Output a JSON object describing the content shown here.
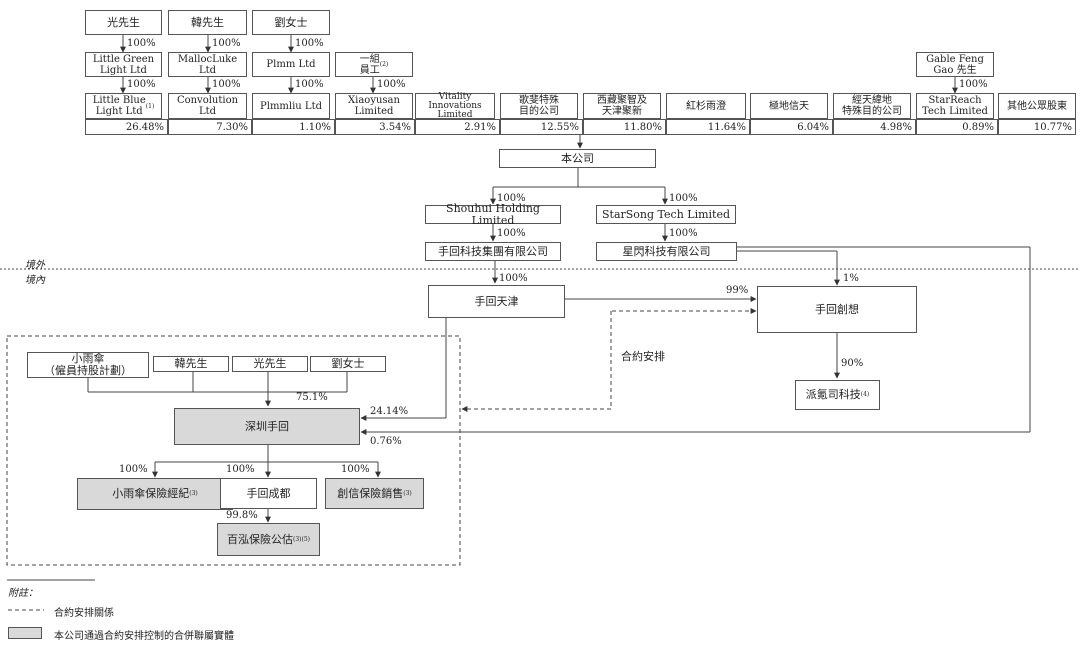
{
  "zones": {
    "offshore": "境外",
    "onshore": "境內"
  },
  "top_boxes": {
    "guang": "光先生",
    "han": "韓先生",
    "liu": "劉女士",
    "little_green": "Little Green\nLight Ltd",
    "malloc": "MallocLuke Ltd",
    "plmm": "Plmm Ltd",
    "employees": "一組\n員工",
    "employees_note": "(2)",
    "gable": "Gable Feng\nGao 先生"
  },
  "shareholders": [
    {
      "name": "Little Blue\nLight Ltd",
      "note": "(1)",
      "pct": "26.48%"
    },
    {
      "name": "Convolution Ltd",
      "note": "",
      "pct": "7.30%"
    },
    {
      "name": "Plmmliu Ltd",
      "note": "",
      "pct": "1.10%"
    },
    {
      "name": "Xiaoyusan\nLimited",
      "note": "",
      "pct": "3.54%"
    },
    {
      "name": "Vitality\nInnovations\nLimited",
      "note": "",
      "pct": "2.91%"
    },
    {
      "name": "歌斐特殊\n目的公司",
      "note": "",
      "pct": "12.55%"
    },
    {
      "name": "西藏聚智及\n天津聚新",
      "note": "",
      "pct": "11.80%"
    },
    {
      "name": "紅杉雨澄",
      "note": "",
      "pct": "11.64%"
    },
    {
      "name": "極地信天",
      "note": "",
      "pct": "6.04%"
    },
    {
      "name": "經天緯地\n特殊目的公司",
      "note": "",
      "pct": "4.98%"
    },
    {
      "name": "StarReach\nTech Limited",
      "note": "",
      "pct": "0.89%"
    },
    {
      "name": "其他公眾股東",
      "note": "",
      "pct": "10.77%"
    }
  ],
  "chain_pct": "100%",
  "company": "本公司",
  "shouhui_holding": "Shouhui Holding Limited",
  "starsong": "StarSong Tech Limited",
  "shouhui_group": "手回科技集團有限公司",
  "xingshan": "星閃科技有限公司",
  "shouhui_tianjin": "手回天津",
  "shouhui_chuangxiang": "手回創想",
  "paishi": "派氪司科技",
  "paishi_note": "(4)",
  "pct_99": "99%",
  "pct_1": "1%",
  "pct_90": "90%",
  "contract_label": "合約安排",
  "vie_holders": {
    "xiaoyusan": "小雨傘\n（僱員持股計劃）",
    "han": "韓先生",
    "guang": "光先生",
    "liu": "劉女士"
  },
  "pct_751": "75.1%",
  "pct_2414": "24.14%",
  "pct_076": "0.76%",
  "shenzhen": "深圳手回",
  "subs": {
    "xiaoyusan_broker": "小雨傘保險經紀",
    "xiaoyusan_note": "(3)",
    "chengdu": "手回成都",
    "chuangxin": "創信保險銷售",
    "chuangxin_note": "(3)",
    "baihong": "百泓保險公估",
    "baihong_note": "(3)(5)"
  },
  "pct_998": "99.8%",
  "legend": {
    "title": "附註：",
    "dashed": "合約安排關係",
    "grey": "本公司通過合約安排控制的合併聯屬實體"
  },
  "colors": {
    "line": "#555555",
    "grey_fill": "#d9d9d9"
  }
}
